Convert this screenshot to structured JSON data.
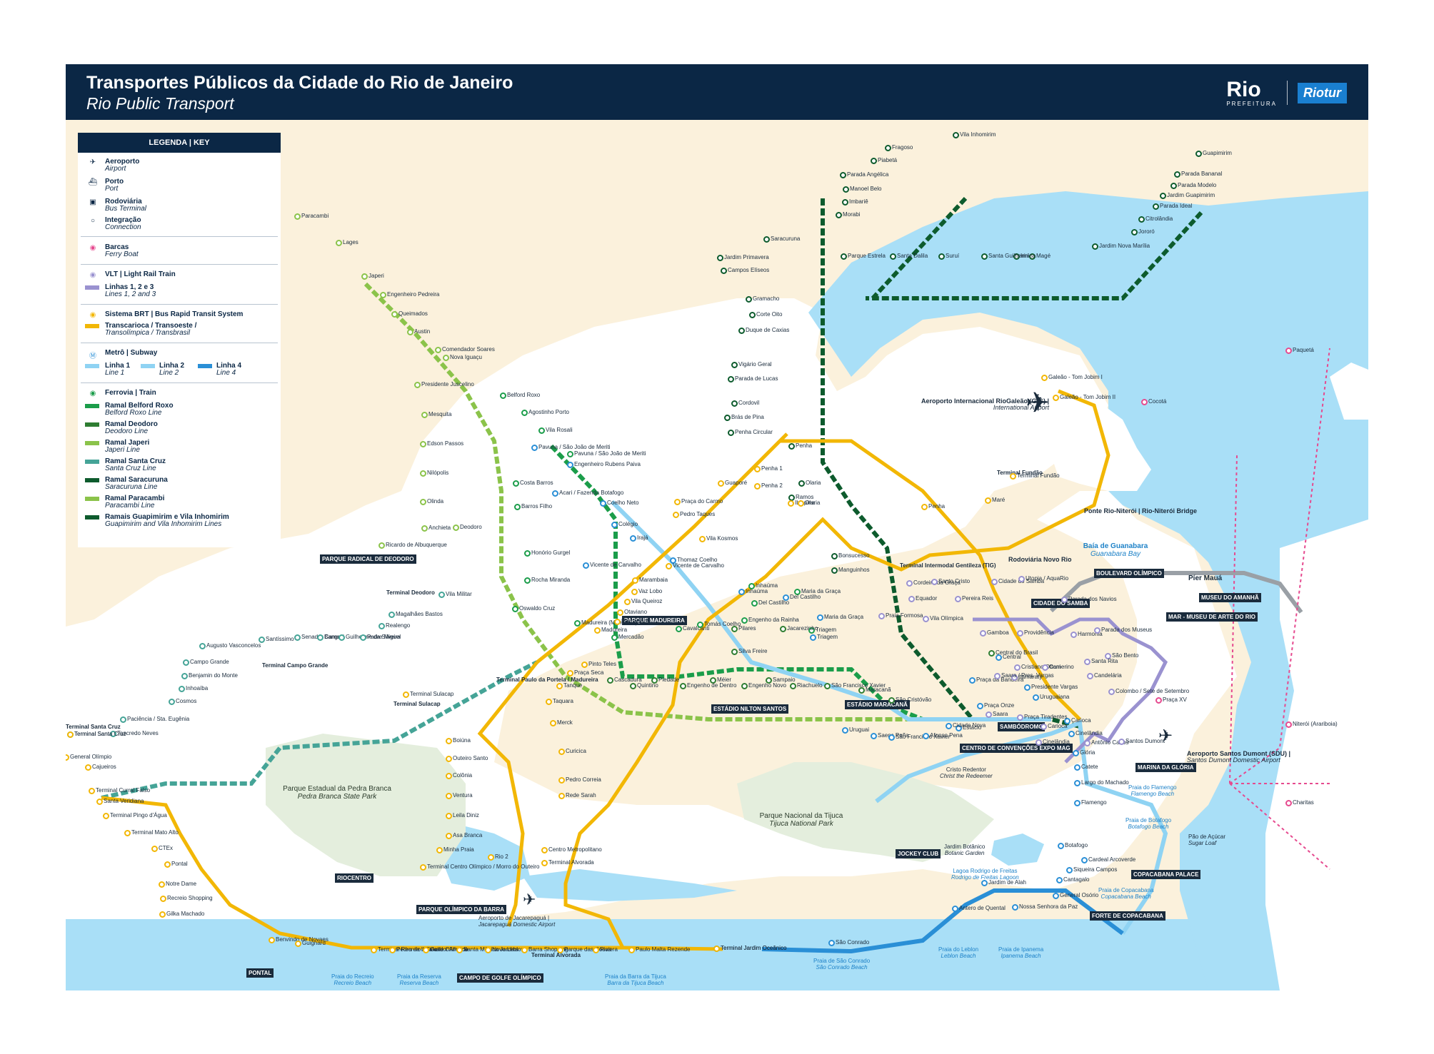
{
  "header": {
    "title": "Transportes Públicos da Cidade do Rio de Janeiro",
    "subtitle": "Rio Public Transport",
    "logo_rio": "Rio",
    "logo_prefeitura": "PREFEITURA",
    "logo_riotur": "Riotur"
  },
  "legend": {
    "title": "LEGENDA | KEY",
    "items": [
      {
        "label": "Aeroporto",
        "sub": "Airport"
      },
      {
        "label": "Porto",
        "sub": "Port"
      },
      {
        "label": "Rodoviária",
        "sub": "Bus Terminal"
      },
      {
        "label": "Integração",
        "sub": "Connection"
      },
      {
        "label": "Barcas",
        "sub": "Ferry Boat"
      },
      {
        "label": "VLT | Light Rail Train",
        "sub": ""
      },
      {
        "label": "Linhas 1, 2 e 3",
        "sub": "Lines 1, 2 and 3"
      },
      {
        "label": "Sistema BRT | Bus Rapid Transit System",
        "sub": ""
      },
      {
        "label": "Transcarioca / Transoeste /",
        "sub": "Transolímpica / Transbrasil"
      },
      {
        "label": "Metrô | Subway",
        "sub": ""
      },
      {
        "label": "Linha 1",
        "sub": "Line 1"
      },
      {
        "label": "Linha 2",
        "sub": "Line 2"
      },
      {
        "label": "Linha 4",
        "sub": "Line 4"
      },
      {
        "label": "Ferrovia | Train",
        "sub": ""
      },
      {
        "label": "Ramal Belford Roxo",
        "sub": "Belford Roxo Line"
      },
      {
        "label": "Ramal Deodoro",
        "sub": "Deodoro Line"
      },
      {
        "label": "Ramal Japeri",
        "sub": "Japeri Line"
      },
      {
        "label": "Ramal Santa Cruz",
        "sub": "Santa Cruz Line"
      },
      {
        "label": "Ramal Saracuruna",
        "sub": "Saracuruna Line"
      },
      {
        "label": "Ramal Paracambi",
        "sub": "Paracambi Line"
      },
      {
        "label": "Ramais Guapimirim e Vila Inhomirim",
        "sub": "Guapimirim and Vila Inhomirim Lines"
      }
    ]
  },
  "colors": {
    "navy": "#0b2745",
    "water": "#a9dff7",
    "land": "#ffffff",
    "outside": "#fbf1dc",
    "park": "#e4eedd",
    "brt": "#f2b705",
    "metro1": "#8fd3f3",
    "metro4": "#2a8fd6",
    "vlt": "#9a92d0",
    "belford_roxo": "#1b9d4a",
    "deodoro": "#2e7d32",
    "japeri": "#8bc34a",
    "santa_cruz": "#45a497",
    "saracuruna": "#0d5b2d",
    "ferry": "#e64a8f"
  },
  "places": {
    "parque_pedra_branca": "Parque Estadual da Pedra Branca",
    "parque_pedra_branca_en": "Pedra Branca State Park",
    "parque_tijuca": "Parque Nacional da Tijuca",
    "parque_tijuca_en": "Tijuca National Park",
    "baia": "Baía de Guanabara",
    "baia_en": "Guanabara Bay",
    "ponte": "Ponte Rio-Niterói | Rio-Niterói Bridge",
    "galeao": "Aeroporto Internacional RioGaleão (GIG) |",
    "galeao_en": "International Airport",
    "sdu": "Aeroporto Santos Dumont (SDU) |",
    "sdu_en": "Santos Dumont Domestic Airport",
    "jacarepagua": "Aeroporto de Jacarepaguá |",
    "jacarepagua_en": "Jacarepaguá Domestic Airport",
    "rodoviaria": "Rodoviária Novo Rio",
    "pier_maua": "Píer Mauá",
    "cristo": "Cristo Redentor",
    "cristo_en": "Christ the Redeemer",
    "jardim_botanico": "Jardim Botânico",
    "jardim_botanico_en": "Botanic Garden",
    "lagoa": "Lagoa Rodrigo de Freitas",
    "lagoa_en": "Rodrigo de Freitas Lagoon",
    "pao_acucar": "Pão de Açúcar",
    "pao_acucar_en": "Sugar Loaf"
  },
  "tags": [
    "PARQUE RADICAL DE DEODORO",
    "PARQUE MADUREIRA",
    "ESTÁDIO NILTON SANTOS",
    "ESTÁDIO MARACANÃ",
    "SAMBÓDROMO",
    "CENTRO DE CONVENÇÕES EXPO MAG",
    "CIDADE DO SAMBA",
    "BOULEVARD OLÍMPICO",
    "MUSEU DO AMANHÃ",
    "MAR - MUSEU DE ARTE DO RIO",
    "MARINA DA GLÓRIA",
    "JOCKEY CLUB",
    "COPACABANA PALACE",
    "FORTE DE COPACABANA",
    "RIOCENTRO",
    "PARQUE OLÍMPICO DA BARRA",
    "CAMPO DE GOLFE OLÍMPICO",
    "PONTAL"
  ],
  "beaches": [
    "Praia do Recreio",
    "Recreio Beach",
    "Praia da Reserva",
    "Reserva Beach",
    "Praia da Barra da Tijuca",
    "Barra da Tijuca Beach",
    "Praia de São Conrado",
    "São Conrado Beach",
    "Praia do Leblon",
    "Leblon Beach",
    "Praia de Ipanema",
    "Ipanema Beach",
    "Praia de Copacabana",
    "Copacabana Beach",
    "Praia de Botafogo",
    "Botafogo Beach",
    "Praia do Flamengo",
    "Flamengo Beach"
  ],
  "stations": {
    "saracuruna": [
      "Saracuruna",
      "Jardim Primavera",
      "Campos Elíseos",
      "Gramacho",
      "Corte Oito",
      "Duque de Caxias",
      "Vigário Geral",
      "Parada de Lucas",
      "Cordovil",
      "Brás de Pina",
      "Penha Circular",
      "Penha",
      "Olaria",
      "Ramos",
      "Bonsucesso",
      "Manguinhos"
    ],
    "inhomirim": [
      "Vila Inhomirim",
      "Fragoso",
      "Piabetá",
      "Parada Angélica",
      "Manoel Belo",
      "Imbariê",
      "Morabi"
    ],
    "guapimirim": [
      "Guapimirim",
      "Parada Bananal",
      "Parada Modelo",
      "Jardim Guapimirim",
      "Parada Ideal",
      "Citrolândia",
      "Jororó",
      "Jardim Nova Marília",
      "Magé",
      "Iriri",
      "Santa Guilhermina",
      "Suruí",
      "Santa Dalila",
      "Parque Estrela"
    ],
    "belford_roxo": [
      "Belford Roxo",
      "Agostinho Porto",
      "Vila Rosali",
      "Pavuna / São João de Meriti",
      "Costa Barros",
      "Barros Filho",
      "Honório Gurgel",
      "Rocha Miranda",
      "Oswaldo Cruz",
      "Madureira (Manaceia)",
      "Mercadão",
      "Cavalcanti",
      "Tomás Coelho",
      "Engenho da Rainha",
      "Inhaúma",
      "Del Castilho",
      "Maria da Graça",
      "Triagem"
    ],
    "japeri": [
      "Paracambi",
      "Lages",
      "Japeri",
      "Engenheiro Pedreira",
      "Queimados",
      "Austin",
      "Comendador Soares",
      "Nova Iguaçu",
      "Presidente Juscelino",
      "Mesquita",
      "Edson Passos",
      "Nilópolis",
      "Olinda",
      "Anchieta",
      "Ricardo de Albuquerque",
      "Deodoro"
    ],
    "santa_cruz": [
      "Terminal Santa Cruz",
      "Tancredo Neves",
      "Paciência / Sta. Eugênia",
      "Cosmos",
      "Inhoaíba",
      "Benjamin do Monte",
      "Campo Grande",
      "Augusto Vasconcelos",
      "Santíssimo",
      "Senador Camará",
      "Bangu",
      "Guilherme da Silveira",
      "Padre Miguel",
      "Realengo",
      "Magalhães Bastos",
      "Vila Militar"
    ],
    "central": [
      "Piedade",
      "Quintino",
      "Cascadura",
      "Méier",
      "Engenho de Dentro",
      "Engenho Novo",
      "Sampaio",
      "Riachuelo",
      "São Francisco Xavier",
      "Maracanã",
      "São Cristóvão",
      "Central do Brasil",
      "Silva Freire",
      "Pilares",
      "Jacarezinho"
    ],
    "metro": [
      "Pavuna / São João de Meriti",
      "Engenheiro Rubens Paiva",
      "Acari / Fazenda Botafogo",
      "Coelho Neto",
      "Colégio",
      "Irajá",
      "Vicente de Carvalho",
      "Thomaz Coelho",
      "Inhaúma",
      "Del Castilho",
      "Maria da Graça",
      "Triagem",
      "Uruguai",
      "Saens Peña",
      "São Francisco Xavier",
      "Afonso Pena",
      "Estácio",
      "Praça Onze",
      "Cidade Nova",
      "Praça da Bandeira",
      "Central",
      "Presidente Vargas",
      "Uruguaiana",
      "Carioca",
      "Cinelândia",
      "Glória",
      "Catete",
      "Largo do Machado",
      "Flamengo",
      "Botafogo",
      "Cardeal Arcoverde",
      "Siqueira Campos",
      "Cantagalo",
      "General Osório",
      "Nossa Senhora da Paz",
      "Jardim de Alah",
      "Antero de Quental",
      "São Conrado",
      "Terminal Jardim Oceânico"
    ],
    "brt_transcarioca": [
      "Galeão - Tom Jobim I",
      "Galeão - Tom Jobim II",
      "Terminal Fundão",
      "Maré",
      "Penha",
      "Penha 1",
      "Penha 2",
      "Ibiapina",
      "Olaria",
      "Guaporé",
      "Praça do Carmo",
      "Pedro Taques",
      "Vila Kosmos",
      "Vicente de Carvalho",
      "Marambaia",
      "Vaz Lobo",
      "Vila Queiroz",
      "Otaviano",
      "Mercadão",
      "Madureira",
      "Pinto Teles",
      "Praça Seca",
      "Tanque",
      "Taquara",
      "Merck",
      "Curicica",
      "Pedro Correia",
      "Rede Sarah",
      "Centro Metropolitano",
      "Terminal Alvorada"
    ],
    "brt_transoeste": [
      "Terminal Santa Cruz",
      "General Olímpio",
      "Cajueiros",
      "Terminal Curral Falso",
      "Santa Veridiana",
      "Terminal Pingo d'Água",
      "Terminal Mato Alto",
      "CTEx",
      "Pontal",
      "Notre Dame",
      "Recreio Shopping",
      "Gilka Machado",
      "Benvindo de Novaes",
      "Guignard",
      "Terminal Recreio / Salvador Allende",
      "Pedra de Itaúna",
      "Golfe Olímpico",
      "Santa Mônica Jardins",
      "Novo Leblon",
      "Barra Shopping",
      "Parque das Rosas",
      "Riviera",
      "Paulo Malta Rezende",
      "Terminal Jardim Oceânico"
    ],
    "brt_transolimpica": [
      "Terminal Sulacap",
      "Boiúna",
      "Outeiro Santo",
      "Colônia",
      "Ventura",
      "Leila Diniz",
      "Asa Branca",
      "Minha Praia",
      "Terminal Centro Olímpico / Morro do Outeiro",
      "Rio 2"
    ],
    "ferry": [
      "Paquetá",
      "Cocotá",
      "Praça XV",
      "Niterói (Arariboia)",
      "Charitas"
    ],
    "vlt": [
      "Praia Formosa",
      "Equador",
      "Cordeiro da Graça",
      "Santo Cristo",
      "Pereira Reis",
      "Cidade do Samba",
      "Gamboa",
      "Vila Olímpica",
      "Providência",
      "Harmonia",
      "Utopia / AquaRio",
      "Parada dos Navios",
      "Parada dos Museus",
      "São Bento",
      "Candelária",
      "Colombo / Sete de Setembro",
      "Cristiano Ottoni",
      "Itamaraty",
      "Camerino",
      "Saara / Pres. Vargas",
      "Santa Rita",
      "Praça Tiradentes",
      "Antônio Carlos",
      "Santos Dumont",
      "Carioca",
      "Cinelândia",
      "Saara"
    ]
  },
  "terminals": [
    "Terminal Deodoro",
    "Terminal Campo Grande",
    "Terminal Paulo da Portela / Madureira",
    "Terminal Intermodal Gentileza (TIG)",
    "Terminal Fundão",
    "Terminal Sulacap",
    "Terminal Alvorada",
    "Terminal Santa Cruz"
  ]
}
